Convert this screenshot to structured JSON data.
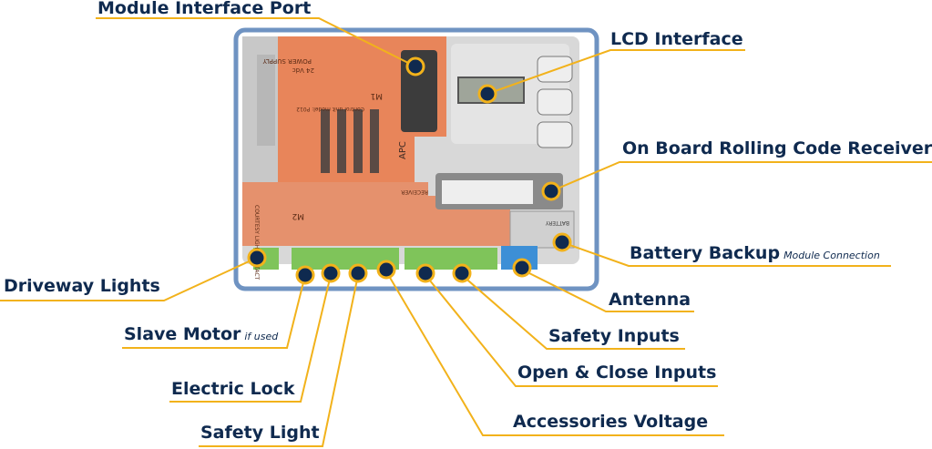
{
  "colors": {
    "navy": "#0f2a4f",
    "gold": "#f2b21b",
    "frame": "#6f93c2",
    "board_orange": "#e8855a",
    "board_grey": "#dcdcdc",
    "terminal_green": "#7fc45a",
    "terminal_blue": "#3d8fd6"
  },
  "labels": {
    "module_interface_port": "Module Interface Port",
    "lcd_interface": "LCD Interface",
    "rolling_code_receiver": "On Board Rolling Code Receiver",
    "battery_backup": "Battery Backup",
    "battery_backup_note": "Module Connection",
    "driveway_lights": "Driveway Lights",
    "antenna": "Antenna",
    "slave_motor": "Slave Motor",
    "slave_motor_note": "if used",
    "safety_inputs": "Safety Inputs",
    "open_close_inputs": "Open & Close Inputs",
    "electric_lock": "Electric Lock",
    "accessories_voltage": "Accessories Voltage",
    "safety_light": "Safety Light"
  },
  "board_text": {
    "power_supply": "POWER SUPPLY",
    "vdc": "24 Vdc",
    "control_unit": "Control unit model: P012",
    "brand": "APC",
    "m1": "M1",
    "m2": "M2",
    "receiver": "RECEIVER",
    "battery": "BATTERY",
    "courtesy_light": "COURTESY LIGHT CONTACT"
  }
}
